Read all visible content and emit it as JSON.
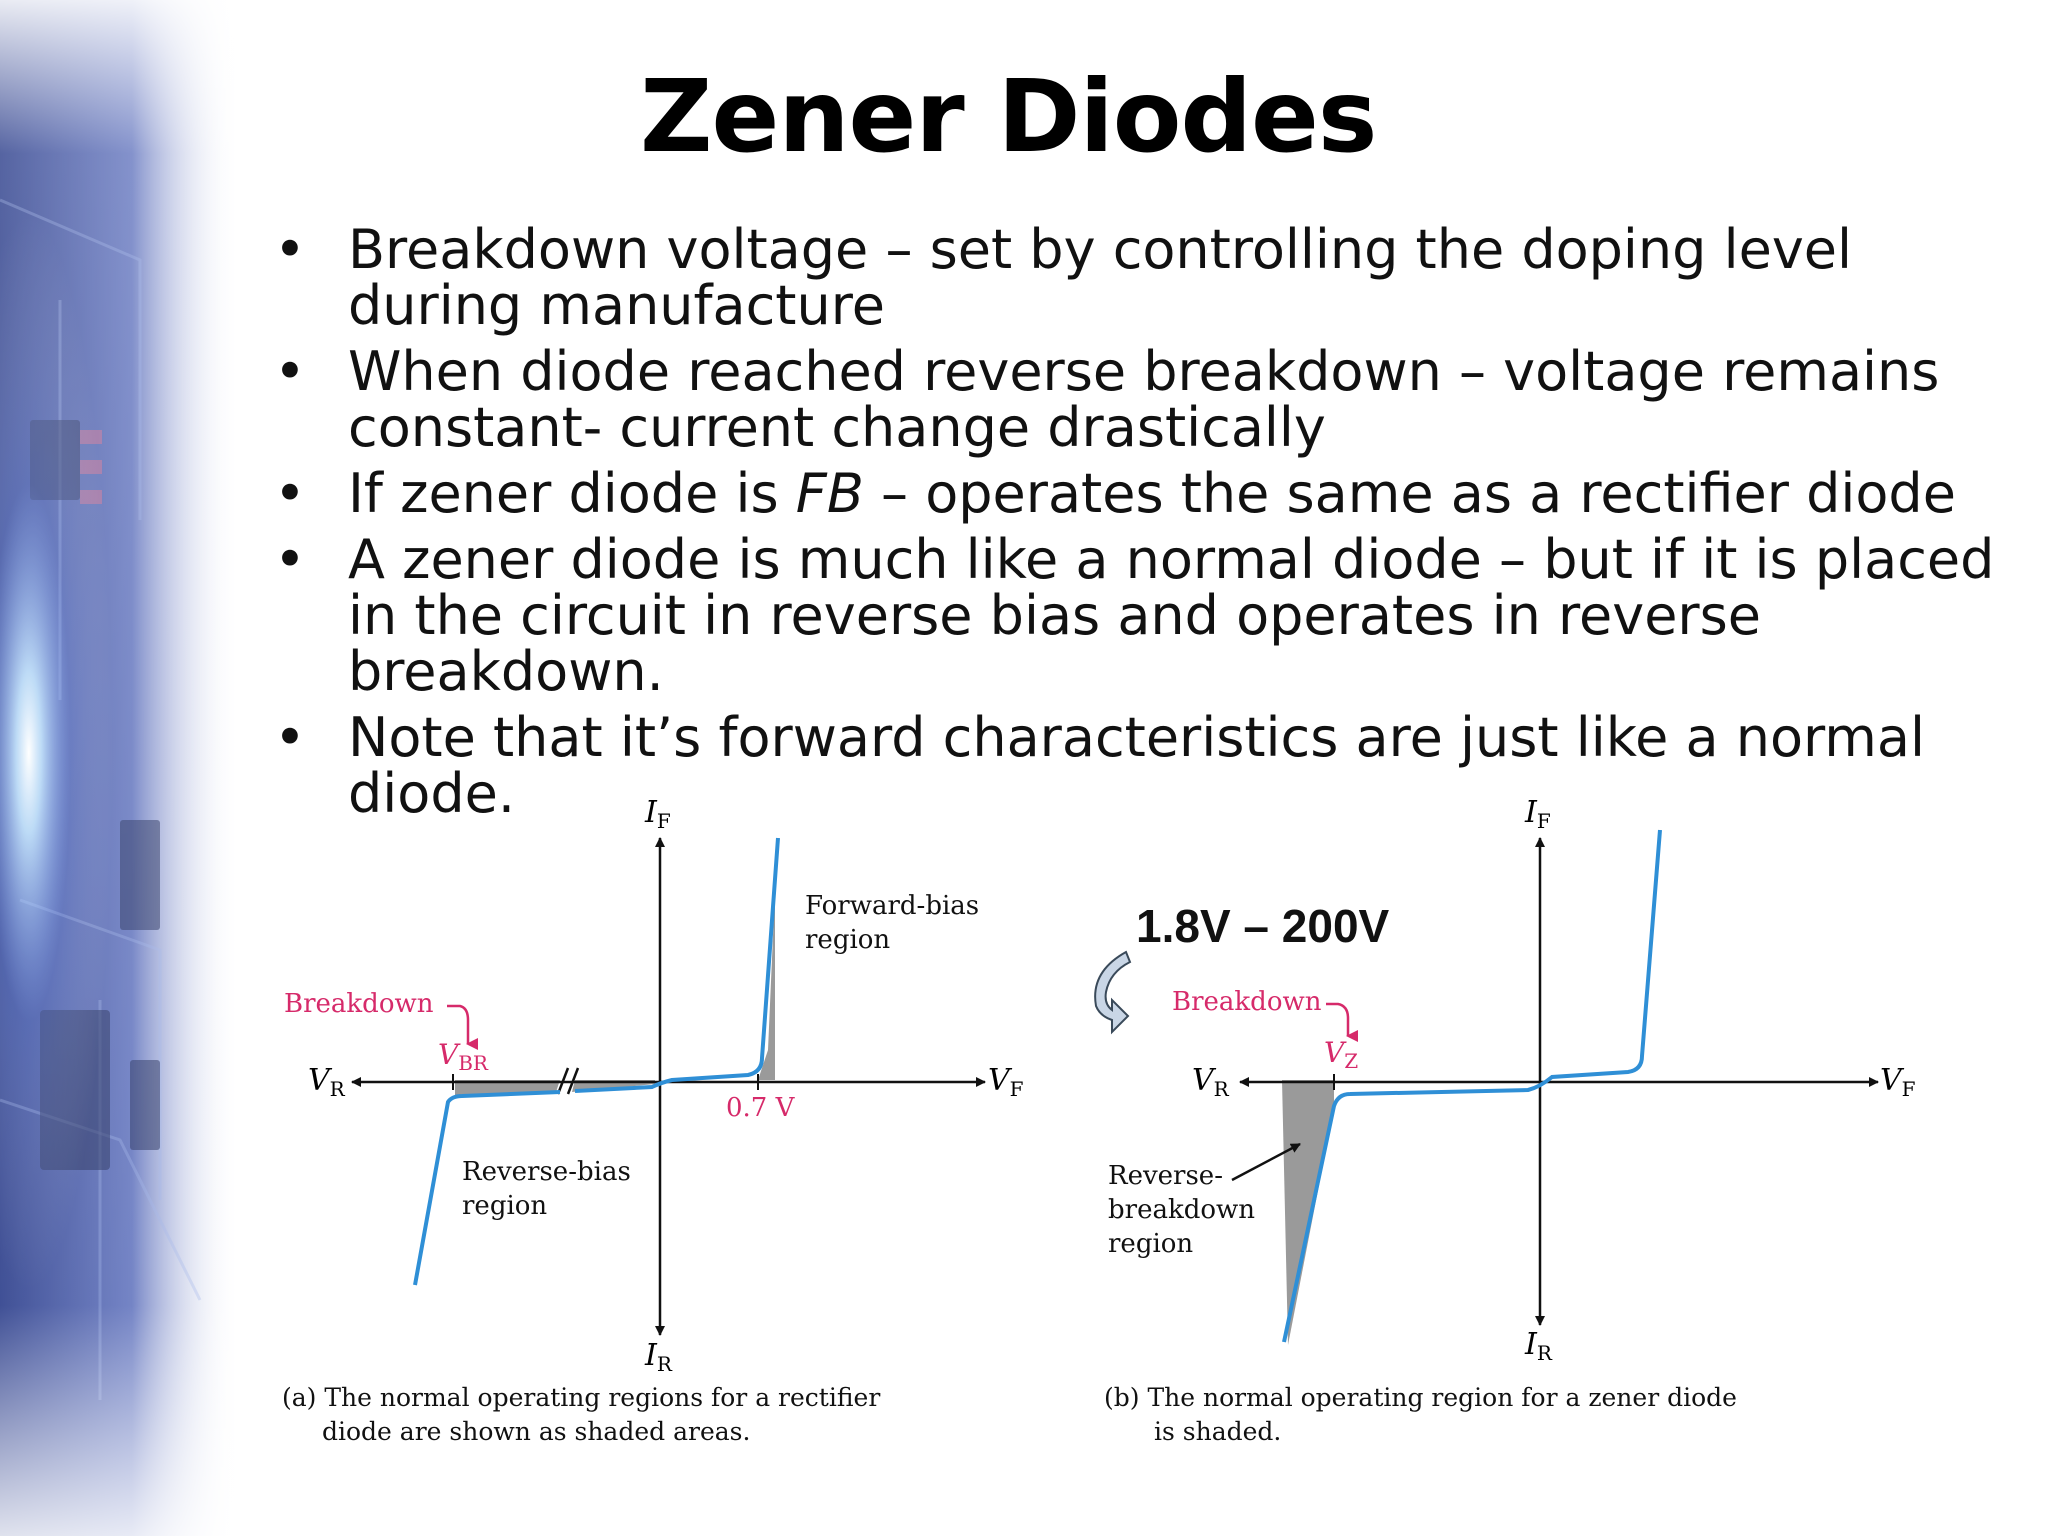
{
  "slide": {
    "title": "Zener Diodes",
    "bullets": [
      {
        "text": "Breakdown voltage – set by controlling the doping level during manufacture"
      },
      {
        "text": "When diode reached reverse breakdown – voltage remains constant- current change drastically"
      },
      {
        "text_before": "If zener diode is ",
        "text_italic": "FB",
        "text_after": " – operates the same as a rectifier diode"
      },
      {
        "text": "A zener diode is much like a normal diode – but if it is placed in the circuit in reverse bias and operates in reverse breakdown."
      },
      {
        "text": "Note that it’s forward characteristics are just like a normal diode."
      }
    ],
    "bullet_symbol": "•",
    "voltage_range_label": "1.8V – 200V"
  },
  "figure_a": {
    "axis_labels": {
      "if": "I",
      "if_sub": "F",
      "ir": "I",
      "ir_sub": "R",
      "vr": "V",
      "vr_sub": "R",
      "vf": "V",
      "vf_sub": "F"
    },
    "forward_label_line1": "Forward-bias",
    "forward_label_line2": "region",
    "breakdown_label": "Breakdown",
    "vbr_label": "V",
    "vbr_sub": "BR",
    "knee_voltage_label": "0.7 V",
    "reverse_label_line1": "Reverse-bias",
    "reverse_label_line2": "region",
    "caption_line1": "(a) The normal operating regions for a rectifier",
    "caption_line2": "diode are shown as shaded areas."
  },
  "figure_b": {
    "axis_labels": {
      "if": "I",
      "if_sub": "F",
      "ir": "I",
      "ir_sub": "R",
      "vr": "V",
      "vr_sub": "R",
      "vf": "V",
      "vf_sub": "F"
    },
    "breakdown_label": "Breakdown",
    "vz_label": "V",
    "vz_sub": "Z",
    "reverse_label_line1": "Reverse-",
    "reverse_label_line2": "breakdown",
    "reverse_label_line3": "region",
    "caption_line1": "(b) The normal operating region for a zener diode",
    "caption_line2": "is shaded."
  },
  "colors": {
    "curve": "#2f8fd6",
    "breakdown_label": "#d62a6a",
    "shade": "#9a9a9a",
    "axis": "#111111"
  }
}
